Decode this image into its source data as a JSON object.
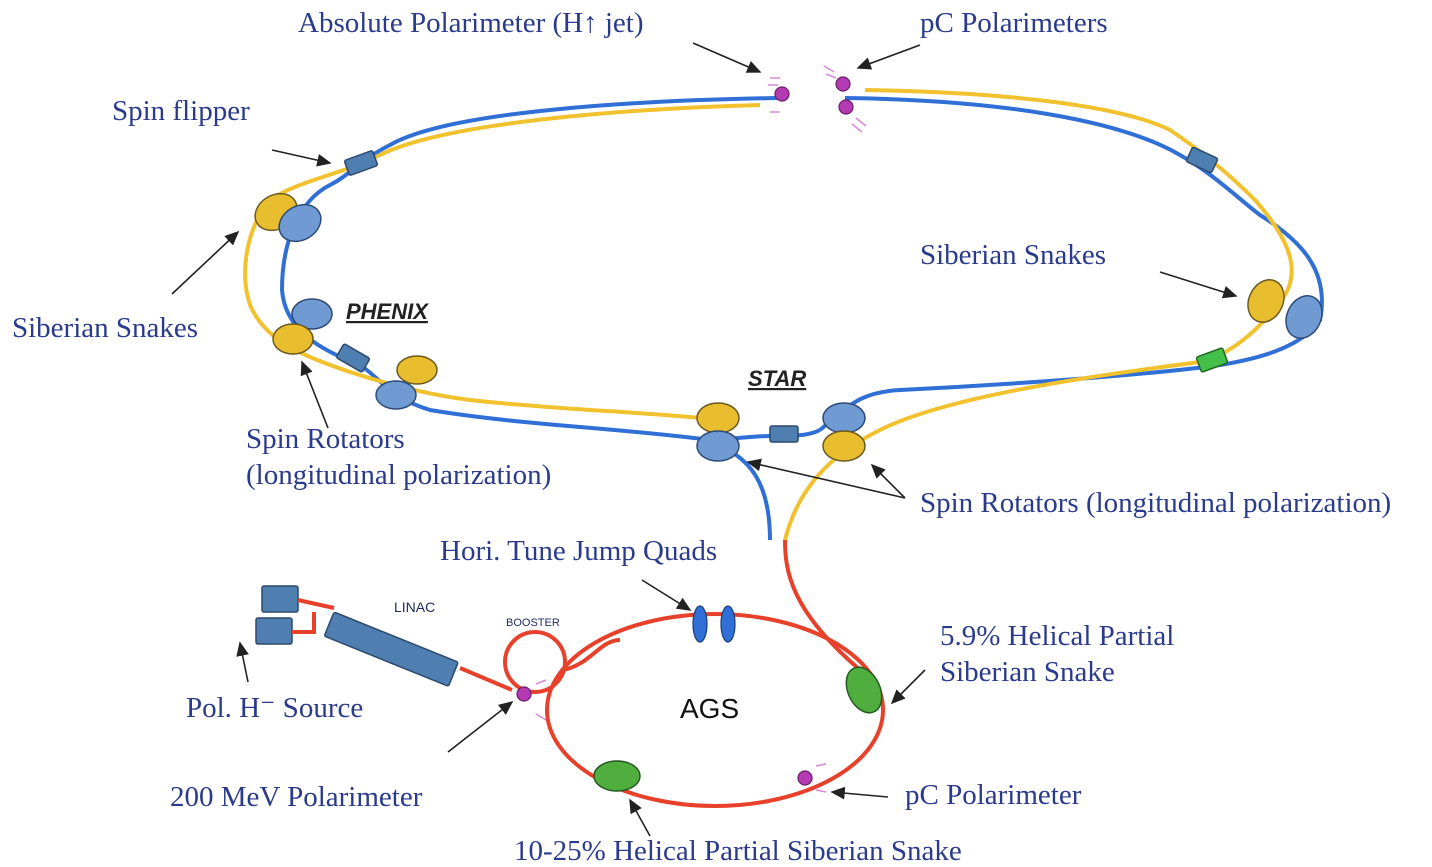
{
  "labels": {
    "absolute_polarimeter": "Absolute Polarimeter (H↑ jet)",
    "pc_polarimeters": "pC Polarimeters",
    "spin_flipper": "Spin flipper",
    "siberian_snakes_left": "Siberian Snakes",
    "siberian_snakes_right": "Siberian Snakes",
    "phenix": "PHENIX",
    "star": "STAR",
    "spin_rotators_left_1": "Spin Rotators",
    "spin_rotators_left_2": "(longitudinal polarization)",
    "spin_rotators_right": "Spin Rotators (longitudinal polarization)",
    "hori_tune_jump": "Hori. Tune Jump Quads",
    "linac": "LINAC",
    "booster": "BOOSTER",
    "pol_source": "Pol. H⁻ Source",
    "ags": "AGS",
    "helical_59_1": "5.9% Helical Partial",
    "helical_59_2": "Siberian Snake",
    "polarimeter_200": "200 MeV Polarimeter",
    "pc_polarimeter": "pC Polarimeter",
    "helical_1025": "10-25% Helical Partial Siberian Snake"
  },
  "colors": {
    "blue_ring": "#2f6fd6",
    "yellow_ring": "#f2c12e",
    "ags_ring": "#e8412b",
    "label_text": "#2a3a8c",
    "snake_green": "#4fae3d",
    "polarimeter": "#b33ab3"
  }
}
